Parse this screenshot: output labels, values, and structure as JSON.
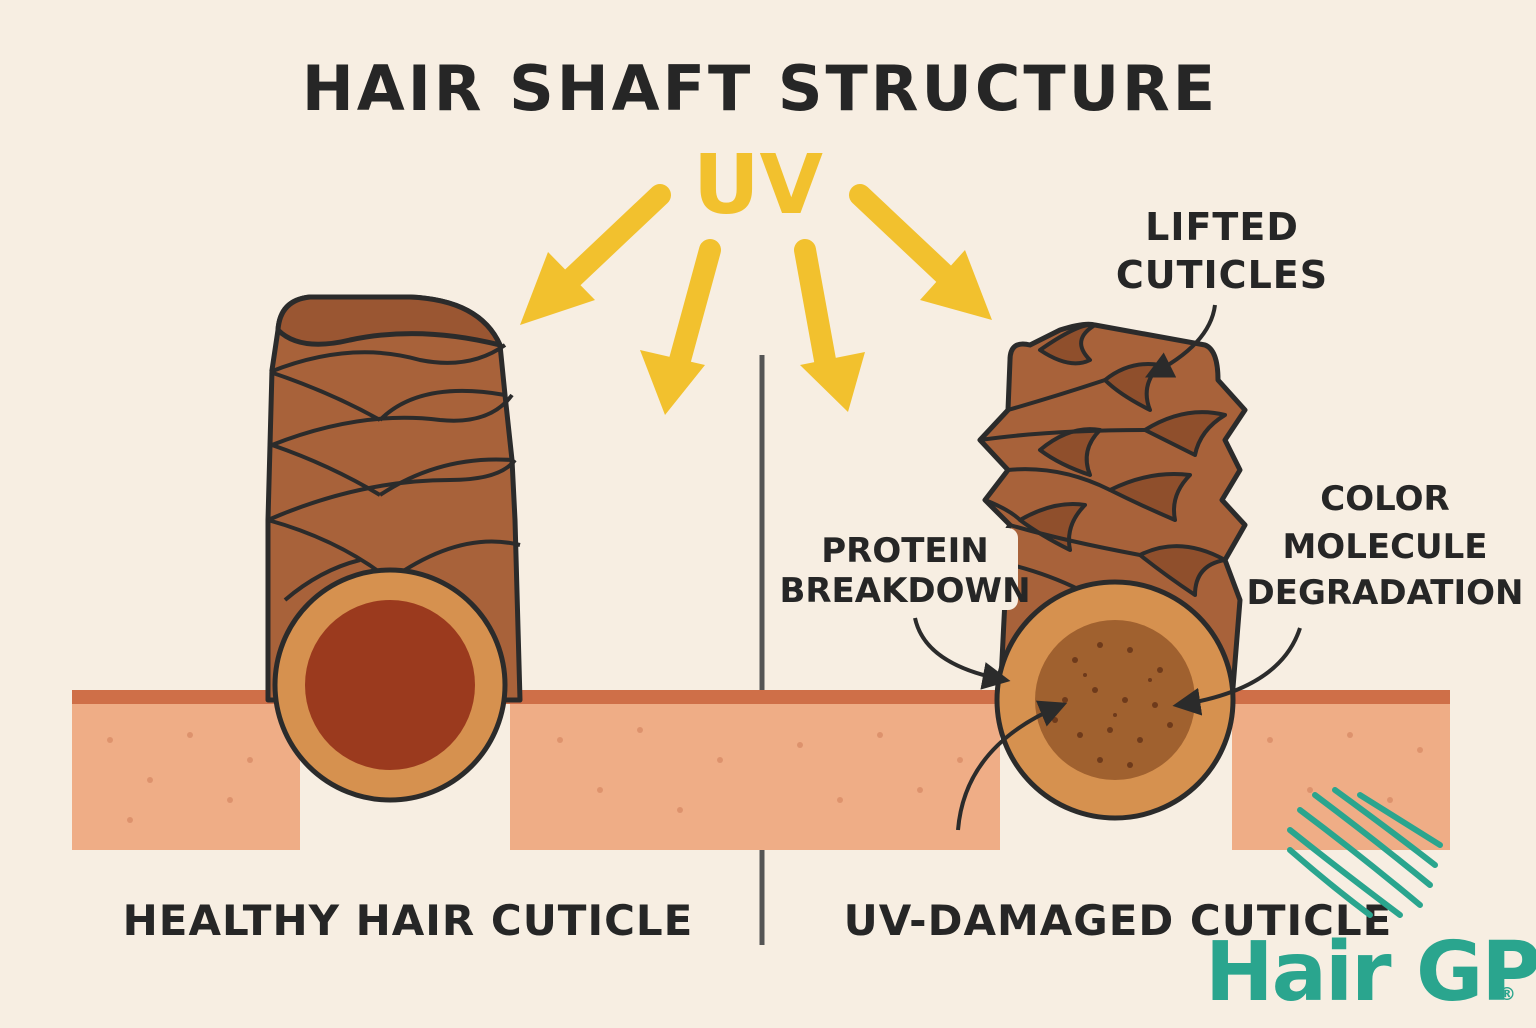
{
  "title": "HAIR SHAFT STRUCTURE",
  "uv_label": "UV",
  "labels": {
    "healthy": "HEALTHY HAIR CUTICLE",
    "damaged": "UV-DAMAGED CUTICLE",
    "lifted_line1": "LIFTED",
    "lifted_line2": "CUTICLES",
    "protein_line1": "PROTEIN",
    "protein_line2": "BREAKDOWN",
    "color_line1": "COLOR",
    "color_line2": "MOLECULE",
    "color_line3": "DEGRADATION"
  },
  "brand": {
    "name": "Hair GP",
    "registered": "®",
    "color": "#2aa58e"
  },
  "colors": {
    "background": "#f7eee2",
    "uv": "#f2c12e",
    "outline": "#2b2b2b",
    "hair": "#a8623a",
    "cortex_outer": "#d6914f",
    "healthy_medulla": "#9b3a1e",
    "damaged_medulla": "#a0612f",
    "skin": "#efad86",
    "skin_edge": "#cf6f48"
  }
}
